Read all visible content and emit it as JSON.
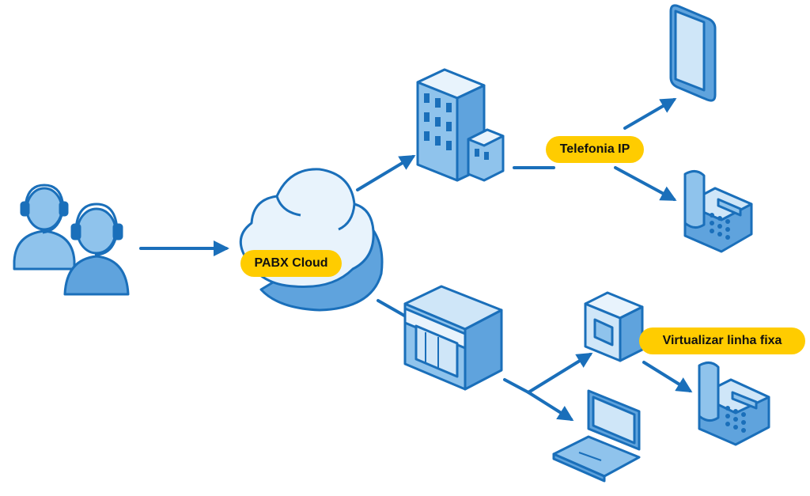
{
  "labels": {
    "cloud": "PABX Cloud",
    "ip": "Telefonia IP",
    "fixed": "Virtualizar linha fixa"
  },
  "icons": {
    "agents": "headset-agents-icon",
    "cloud": "cloud-icon",
    "office": "office-building-icon",
    "store": "storefront-icon",
    "smartphone": "smartphone-icon",
    "desk_phone_top": "desk-phone-icon",
    "router": "network-box-icon",
    "desk_phone_bottom": "desk-phone-icon",
    "laptop": "laptop-icon"
  },
  "colors": {
    "stroke": "#1a6fba",
    "fill_light": "#cfe6f8",
    "fill_mid": "#8fc3ec",
    "fill_dark": "#5fa3dd",
    "label_bg": "#ffcc00"
  }
}
